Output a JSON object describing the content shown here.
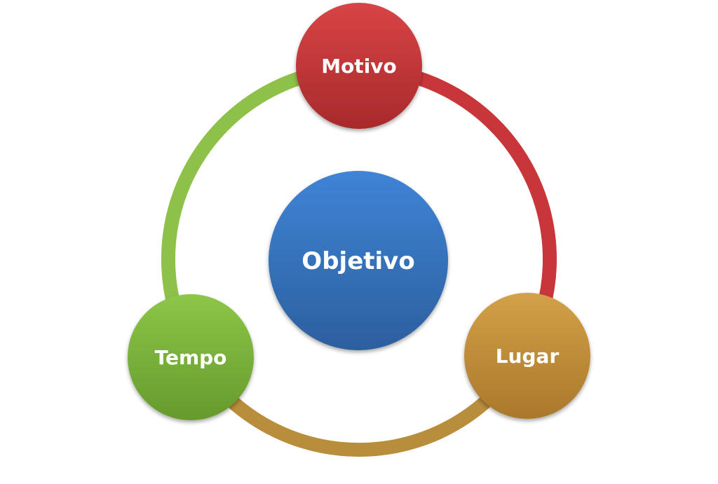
{
  "diagram": {
    "center": {
      "label": "Objetivo",
      "color_top": "#3f84d6",
      "color_bottom": "#2c5f9e"
    },
    "nodes": [
      {
        "id": "motivo",
        "label": "Motivo",
        "color_top": "#d84446",
        "color_bottom": "#a82a2b"
      },
      {
        "id": "lugar",
        "label": "Lugar",
        "color_top": "#d3a148",
        "color_bottom": "#a9782a"
      },
      {
        "id": "tempo",
        "label": "Tempo",
        "color_top": "#8dc648",
        "color_bottom": "#659a2c"
      }
    ],
    "arcs": [
      {
        "from": "motivo",
        "to": "lugar",
        "color": "#c8363a"
      },
      {
        "from": "lugar",
        "to": "tempo",
        "color": "#b88d3b"
      },
      {
        "from": "tempo",
        "to": "motivo",
        "color": "#8dc14a"
      }
    ]
  }
}
